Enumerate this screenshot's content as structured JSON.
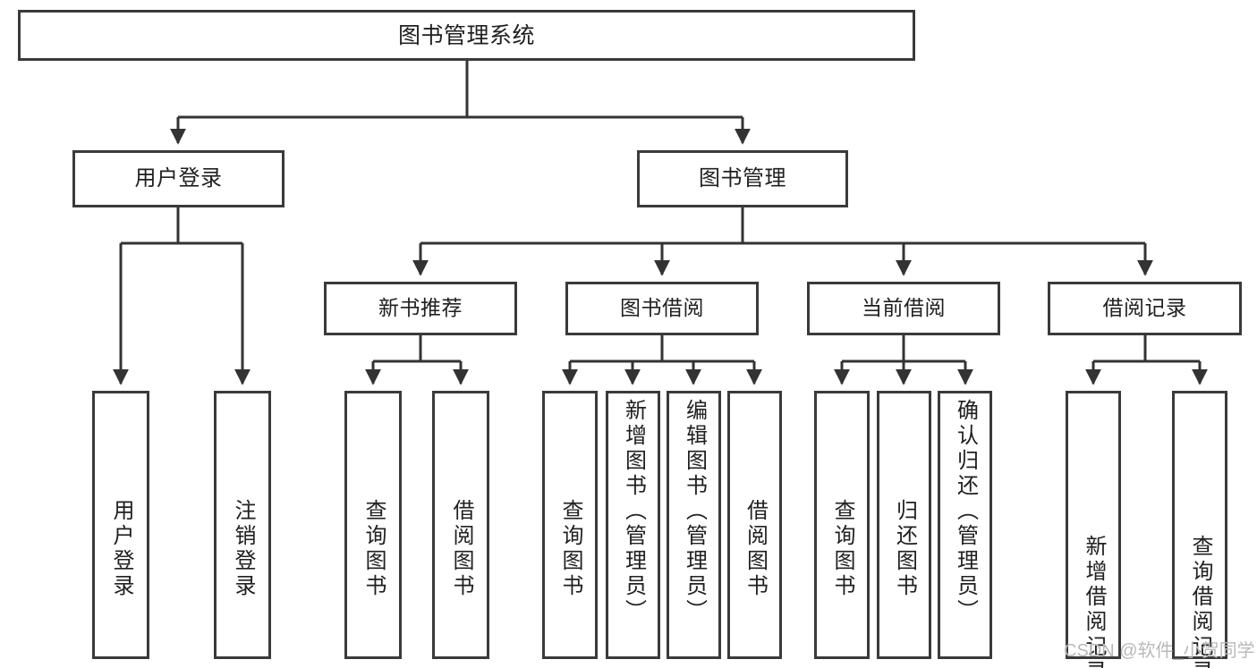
{
  "diagram": {
    "type": "tree",
    "title": "图书管理系统",
    "watermark": "CSDN @软件_小贺同学",
    "root": {
      "id": "root",
      "label": "图书管理系统"
    },
    "level2": [
      {
        "id": "user-login",
        "label": "用户登录"
      },
      {
        "id": "book-manage",
        "label": "图书管理"
      }
    ],
    "level3": [
      {
        "id": "new-book-recommend",
        "label": "新书推荐",
        "parent": "book-manage"
      },
      {
        "id": "book-borrow",
        "label": "图书借阅",
        "parent": "book-manage"
      },
      {
        "id": "current-borrow",
        "label": "当前借阅",
        "parent": "book-manage"
      },
      {
        "id": "borrow-record",
        "label": "借阅记录",
        "parent": "book-manage"
      }
    ],
    "leaves": [
      {
        "id": "leaf-user-login",
        "label": "用户登录",
        "parent": "user-login"
      },
      {
        "id": "leaf-user-logout",
        "label": "注销登录",
        "parent": "user-login"
      },
      {
        "id": "leaf-query-book-1",
        "label": "查询图书",
        "parent": "new-book-recommend"
      },
      {
        "id": "leaf-borrow-book-1",
        "label": "借阅图书",
        "parent": "new-book-recommend"
      },
      {
        "id": "leaf-query-book-2",
        "label": "查询图书",
        "parent": "book-borrow"
      },
      {
        "id": "leaf-add-book",
        "label": "新增图书（管理员）",
        "parent": "book-borrow"
      },
      {
        "id": "leaf-edit-book",
        "label": "编辑图书（管理员）",
        "parent": "book-borrow"
      },
      {
        "id": "leaf-borrow-book-2",
        "label": "借阅图书",
        "parent": "book-borrow"
      },
      {
        "id": "leaf-query-book-3",
        "label": "查询图书",
        "parent": "current-borrow"
      },
      {
        "id": "leaf-return-book",
        "label": "归还图书",
        "parent": "current-borrow"
      },
      {
        "id": "leaf-confirm-return",
        "label": "确认归还（管理员）",
        "parent": "current-borrow"
      },
      {
        "id": "leaf-add-record",
        "label": "新增借阅记录",
        "parent": "borrow-record"
      },
      {
        "id": "leaf-query-record",
        "label": "查询借阅记录",
        "parent": "borrow-record"
      }
    ],
    "colors": {
      "border": "#3a3a3a",
      "background": "#ffffff",
      "text": "#202020",
      "connector": "#333333",
      "watermark": "#b9b9b9"
    }
  }
}
